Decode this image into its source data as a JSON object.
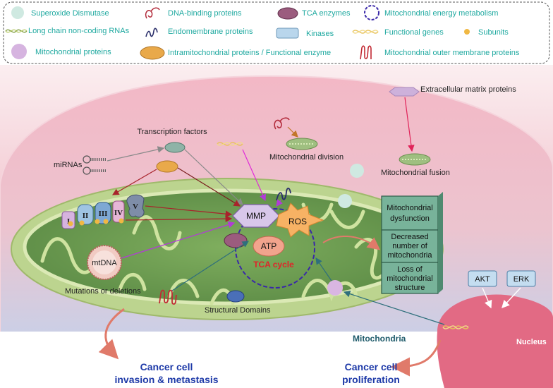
{
  "legend": [
    {
      "label": "Superoxide Dismutase",
      "icon": "superoxide-dismutase-icon"
    },
    {
      "label": "DNA-binding proteins",
      "icon": "dna-binding-protein-icon"
    },
    {
      "label": "TCA enzymes",
      "icon": "tca-enzyme-icon"
    },
    {
      "label": "Mitochondrial energy metabolism",
      "icon": "energy-metabolism-icon"
    },
    {
      "label": "Long chain non-coding RNAs",
      "icon": "lncrna-icon"
    },
    {
      "label": "Endomembrane proteins",
      "icon": "endomembrane-protein-icon"
    },
    {
      "label": "Kinases",
      "icon": "kinase-icon"
    },
    {
      "label": "Functional genes",
      "icon": "functional-gene-icon"
    },
    {
      "label": "Subunits",
      "icon": "subunit-icon"
    },
    {
      "label": "Mitochondrial proteins",
      "icon": "mitochondrial-protein-icon"
    },
    {
      "label": "Intramitochondrial proteins / Functional enzyme",
      "icon": "intramitochondrial-protein-icon"
    },
    {
      "label": "Mitochondrial outer membrane proteins",
      "icon": "outer-membrane-protein-icon"
    }
  ],
  "labels": {
    "extracellular": "Extracellular matrix proteins",
    "transcription": "Transcription factors",
    "mirnas": "miRNAs",
    "division": "Mitochondrial division",
    "fusion": "Mitochondrial fusion",
    "mmp": "MMP",
    "ros": "ROS",
    "atp": "ATP",
    "tca": "TCA cycle",
    "mtdna": "mtDNA",
    "mutations": "Mutations or deletions",
    "structural": "Structural Domains",
    "mitochondria": "Mitochondria",
    "nucleus": "Nucleus",
    "akt": "AKT",
    "erk": "ERK"
  },
  "complexes": [
    "I",
    "II",
    "III",
    "IV",
    "V"
  ],
  "dysfunction_boxes": [
    [
      "Mitochondrial",
      "dysfunction"
    ],
    [
      "Decreased",
      "number of",
      "mitochondria"
    ],
    [
      "Loss of",
      "mitochondrial",
      "structure"
    ]
  ],
  "outcomes": {
    "invasion": [
      "Cancer cell",
      "invasion & metastasis"
    ],
    "proliferation": [
      "Cancer cell",
      "proliferation"
    ]
  },
  "colors": {
    "cell_top": "#f7d3db",
    "cell_bottom": "#c9d4ea",
    "mito_outer": "#b9d088",
    "mito_inner": "#6b9a4f",
    "nucleus": "#e26a84",
    "arrow_red": "#a8232b",
    "arrow_purple": "#8a2be2",
    "arrow_teal": "#2e6f7c",
    "outcome_text": "#1e3aa8",
    "legend_text": "#1fa9a0"
  }
}
